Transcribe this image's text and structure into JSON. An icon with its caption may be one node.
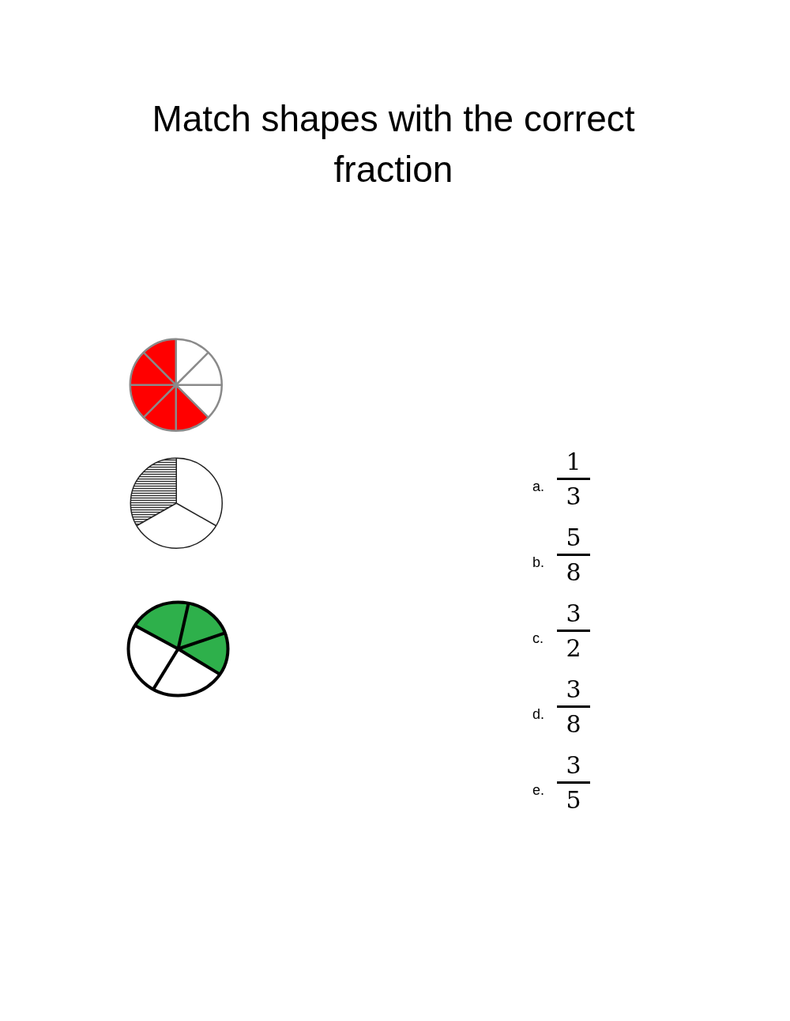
{
  "diagram": {
    "title": "Match shapes with the correct fraction",
    "nodes": [
      {
        "text": [],
        "shape": "circle"
      },
      {
        "text": [],
        "shape": "circle"
      },
      {
        "text": [],
        "shape": "circle"
      }
    ],
    "labels": [
      "a.",
      "1",
      "3",
      "b.",
      "5",
      "8",
      "c.",
      "3",
      "2",
      "d.",
      "3",
      "8",
      "e.",
      "3",
      "5"
    ]
  }
}
